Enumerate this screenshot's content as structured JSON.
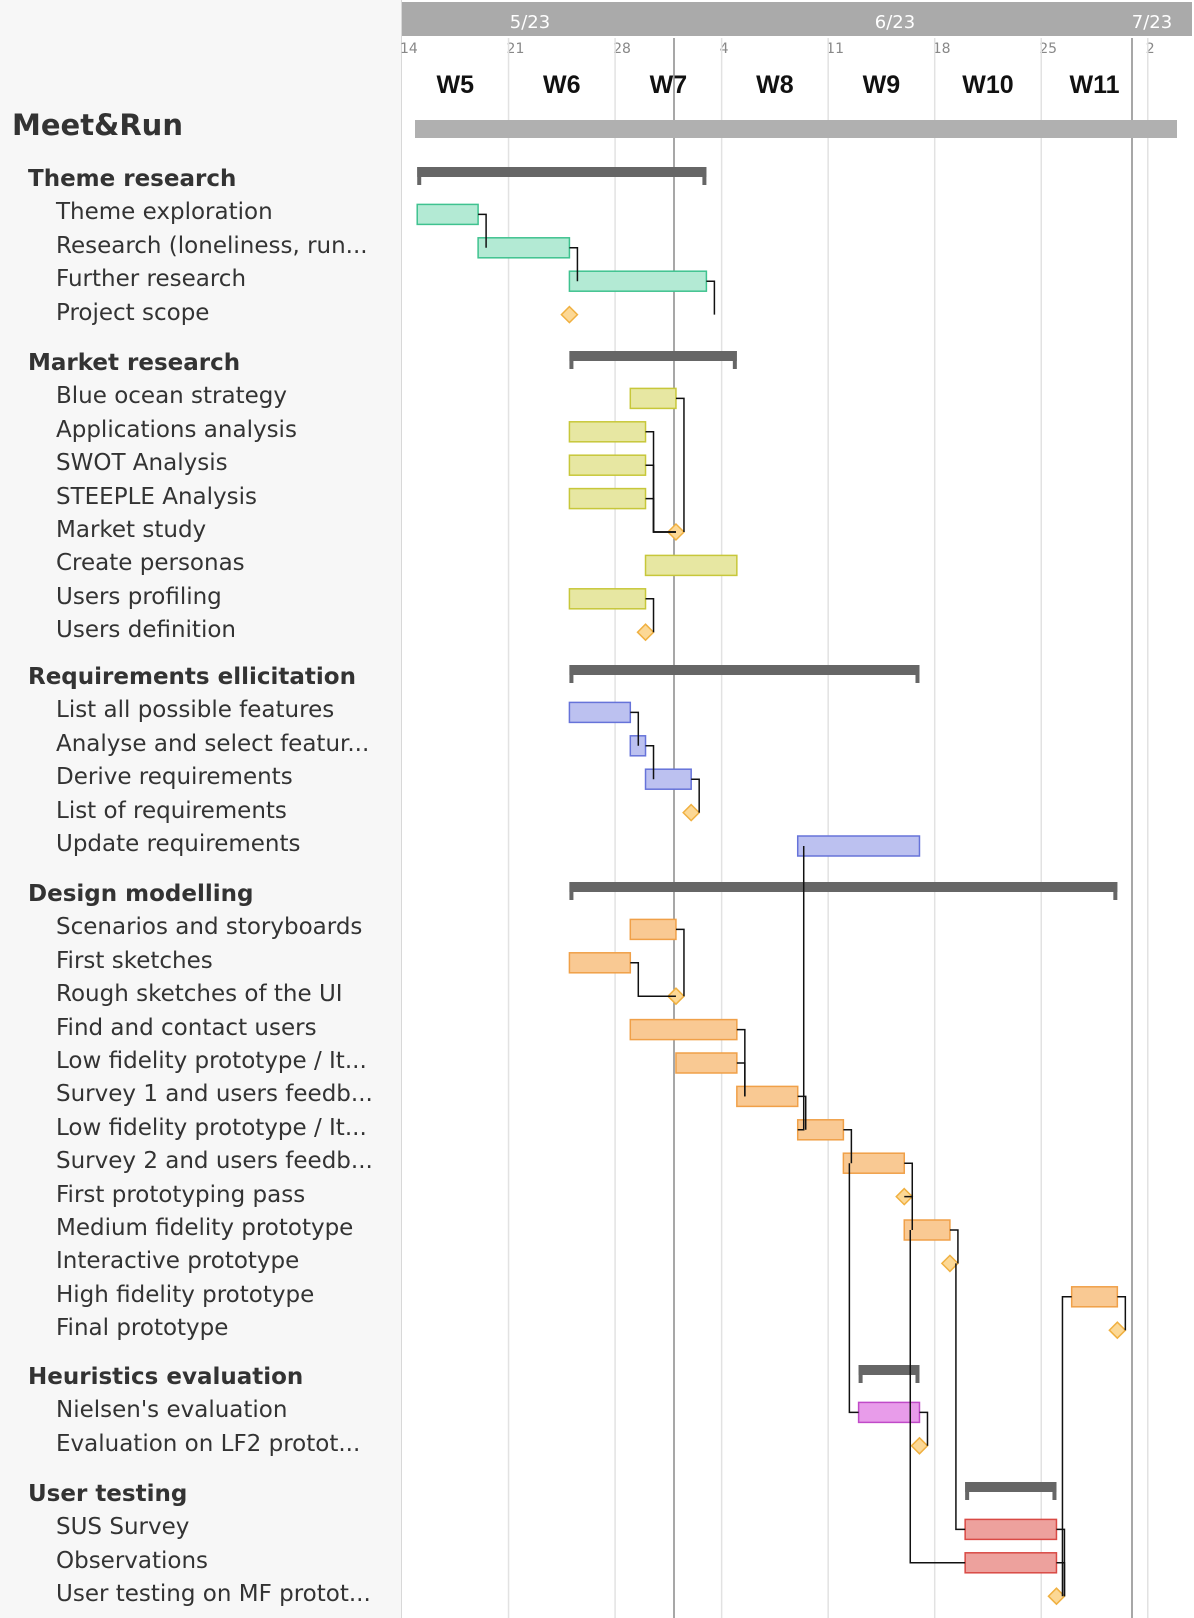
{
  "project": {
    "title": "Meet&Run"
  },
  "timeline": {
    "months": [
      "5/23",
      "6/23",
      "7/23"
    ],
    "days": [
      "14",
      "21",
      "28",
      "4",
      "11",
      "18",
      "25",
      "2"
    ],
    "weeks": [
      "W5",
      "W6",
      "W7",
      "W8",
      "W9",
      "W10",
      "W11"
    ]
  },
  "groups": [
    {
      "name": "Theme research",
      "color": "#b3ead4",
      "border": "#3fc28f",
      "tasks": [
        {
          "label": "Theme exploration",
          "start": "2023-05-15",
          "end": "2023-05-19"
        },
        {
          "label": "Research (loneliness, run...",
          "start": "2023-05-19",
          "end": "2023-05-25"
        },
        {
          "label": "Further research",
          "start": "2023-05-25",
          "end": "2023-06-03"
        },
        {
          "label": "Project scope",
          "milestone": "2023-05-25"
        }
      ]
    },
    {
      "name": "Market research",
      "color": "#e7e7a2",
      "border": "#c7c73a",
      "tasks": [
        {
          "label": "Blue ocean strategy",
          "start": "2023-05-29",
          "end": "2023-06-01"
        },
        {
          "label": "Applications analysis",
          "start": "2023-05-25",
          "end": "2023-05-30"
        },
        {
          "label": "SWOT Analysis",
          "start": "2023-05-25",
          "end": "2023-05-30"
        },
        {
          "label": "STEEPLE Analysis",
          "start": "2023-05-25",
          "end": "2023-05-30"
        },
        {
          "label": "Market study",
          "milestone": "2023-06-01"
        },
        {
          "label": "Create personas",
          "start": "2023-05-30",
          "end": "2023-06-05"
        },
        {
          "label": "Users profiling",
          "start": "2023-05-25",
          "end": "2023-05-30"
        },
        {
          "label": "Users definition",
          "milestone": "2023-05-30"
        }
      ]
    },
    {
      "name": "Requirements ellicitation",
      "color": "#bcc1f0",
      "border": "#6673d9",
      "tasks": [
        {
          "label": "List all possible features",
          "start": "2023-05-25",
          "end": "2023-05-29"
        },
        {
          "label": "Analyse and select featur...",
          "start": "2023-05-29",
          "end": "2023-05-30"
        },
        {
          "label": "Derive requirements",
          "start": "2023-05-30",
          "end": "2023-06-02"
        },
        {
          "label": "List of requirements",
          "milestone": "2023-06-02"
        },
        {
          "label": "Update requirements",
          "start": "2023-06-09",
          "end": "2023-06-17"
        }
      ]
    },
    {
      "name": "Design modelling",
      "color": "#f9c993",
      "border": "#f0a048",
      "tasks": [
        {
          "label": "Scenarios and storyboards",
          "start": "2023-05-29",
          "end": "2023-06-01"
        },
        {
          "label": "First sketches",
          "start": "2023-05-25",
          "end": "2023-05-29"
        },
        {
          "label": "Rough sketches of the UI",
          "milestone": "2023-06-01"
        },
        {
          "label": "Find and contact users",
          "start": "2023-05-29",
          "end": "2023-06-05"
        },
        {
          "label": "Low fidelity prototype / It...",
          "start": "2023-06-01",
          "end": "2023-06-05"
        },
        {
          "label": "Survey 1 and users feedb...",
          "start": "2023-06-05",
          "end": "2023-06-09"
        },
        {
          "label": "Low fidelity prototype / It...",
          "start": "2023-06-09",
          "end": "2023-06-12"
        },
        {
          "label": "Survey 2 and users feedb...",
          "start": "2023-06-12",
          "end": "2023-06-16"
        },
        {
          "label": "First prototyping pass",
          "milestone": "2023-06-16"
        },
        {
          "label": "Medium fidelity prototype",
          "start": "2023-06-16",
          "end": "2023-06-19"
        },
        {
          "label": "Interactive prototype",
          "milestone": "2023-06-19"
        },
        {
          "label": "High fidelity prototype",
          "start": "2023-06-27",
          "end": "2023-06-30"
        },
        {
          "label": "Final prototype",
          "milestone": "2023-06-30"
        }
      ]
    },
    {
      "name": "Heuristics evaluation",
      "color": "#e89cea",
      "border": "#c04ac8",
      "tasks": [
        {
          "label": "Nielsen's evaluation",
          "start": "2023-06-13",
          "end": "2023-06-17"
        },
        {
          "label": "Evaluation on LF2 protot...",
          "milestone": "2023-06-17"
        }
      ]
    },
    {
      "name": "User testing",
      "color": "#eda19d",
      "border": "#d94a45",
      "tasks": [
        {
          "label": "SUS Survey",
          "start": "2023-06-20",
          "end": "2023-06-26"
        },
        {
          "label": "Observations",
          "start": "2023-06-20",
          "end": "2023-06-26"
        },
        {
          "label": "User testing on MF protot...",
          "milestone": "2023-06-26"
        }
      ]
    }
  ]
}
